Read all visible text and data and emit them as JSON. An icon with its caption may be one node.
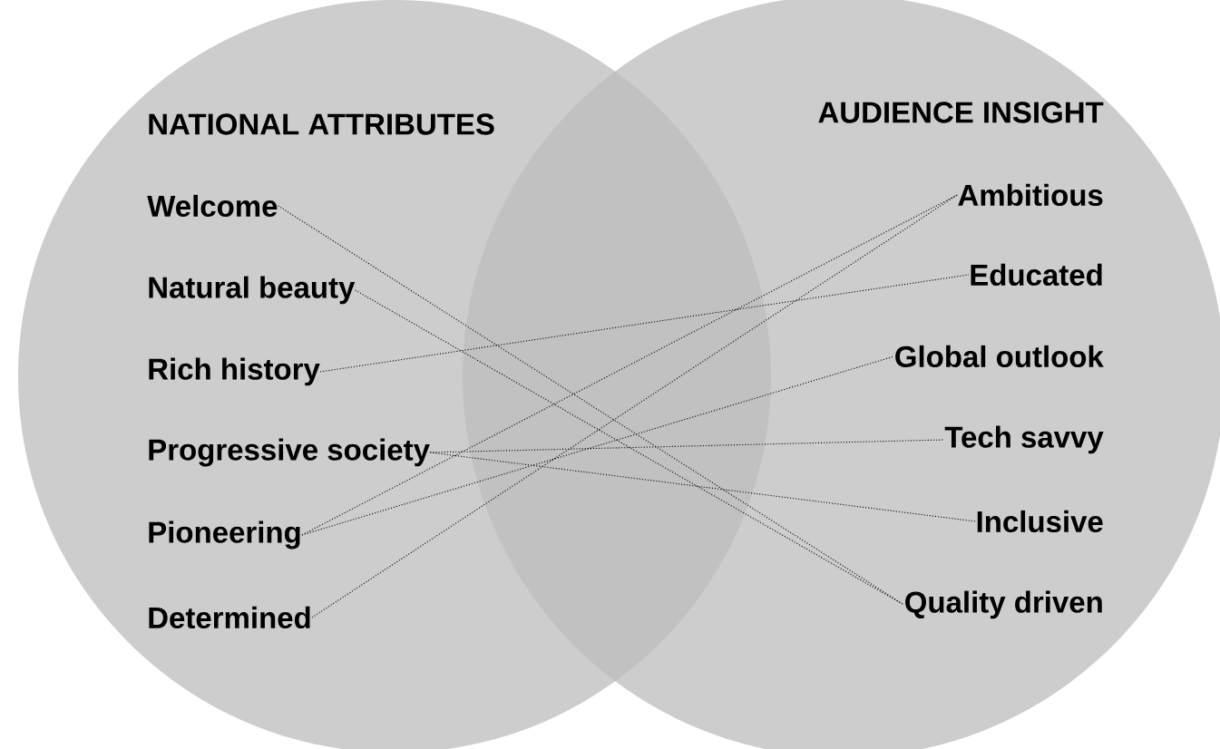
{
  "diagram": {
    "nodes": [
      {
        "text": [
          "NATIONAL  ATTRIBUTES"
        ]
      },
      {
        "text": [
          "AUDIENCE INSIGHT"
        ]
      },
      {
        "text": [
          "Welcome"
        ],
        "in": 0
      },
      {
        "text": [
          "Natural beauty"
        ],
        "in": 0
      },
      {
        "text": [
          "Rich history"
        ],
        "in": 0
      },
      {
        "text": [
          "Progressive society"
        ],
        "in": 0
      },
      {
        "text": [
          "Pioneering"
        ],
        "in": 0
      },
      {
        "text": [
          "Determined"
        ],
        "in": 0
      },
      {
        "text": [
          "Ambitious"
        ],
        "in": 1
      },
      {
        "text": [
          "Educated"
        ],
        "in": 1
      },
      {
        "text": [
          "Global outlook"
        ],
        "in": 1
      },
      {
        "text": [
          "Tech savvy"
        ],
        "in": 1
      },
      {
        "text": [
          "Inclusive"
        ],
        "in": 1
      },
      {
        "text": [
          "Quality driven"
        ],
        "in": 1
      }
    ],
    "edges": [
      {
        "from": 2,
        "to": 13,
        "arrow": "none"
      },
      {
        "from": 3,
        "to": 13,
        "arrow": "none"
      },
      {
        "from": 4,
        "to": 9,
        "arrow": "none"
      },
      {
        "from": 5,
        "to": 11,
        "arrow": "none"
      },
      {
        "from": 5,
        "to": 12,
        "arrow": "none"
      },
      {
        "from": 6,
        "to": 8,
        "arrow": "none"
      },
      {
        "from": 6,
        "to": 10,
        "arrow": "none"
      },
      {
        "from": 7,
        "to": 8,
        "arrow": "none"
      }
    ]
  }
}
